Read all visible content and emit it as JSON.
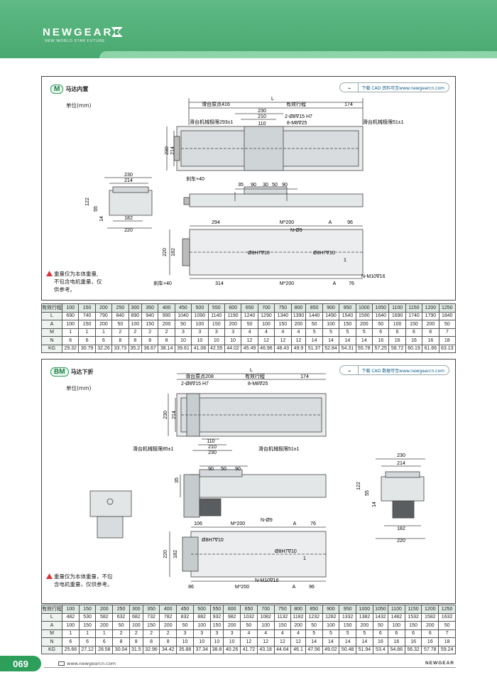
{
  "header": {
    "brand": "NEWGEAR",
    "tagline": "NEW WORLD STAR FUTURE",
    "brand_color": "#49a870"
  },
  "section_m": {
    "code": "M",
    "title": "马达内置",
    "unit": "单位(mm)",
    "cad_badge": "下载 CAD 资料可至www.newgearcn.com",
    "note": [
      "重量仅为本体重量,",
      "不包含电机重量，仅",
      "供参考。"
    ],
    "dims": {
      "L": "L",
      "origin": "滑台原点416",
      "stroke": "有效行程",
      "d174": "174",
      "d230": "230",
      "d210": "210",
      "d110": "110",
      "hole1": "2-Ø8∇15  H7",
      "hole2": "8-M8∇25",
      "mech_left": "滑台机械极限293±1",
      "mech_right": "滑台机械极限51±1",
      "side230": "230",
      "side214": "214",
      "brake": "刹车+40",
      "b35": "35",
      "b90a": "90",
      "b30": "30",
      "b50": "50",
      "b90b": "90",
      "e230": "230",
      "e214": "214",
      "e122": "122",
      "e55": "55",
      "e14": "14",
      "e182": "182",
      "e220": "220",
      "t294": "294",
      "tM200": "M*200",
      "tA": "A",
      "t96": "96",
      "tN9": "N-Ø9",
      "tpin1": "Ø8H7∇10",
      "tpin2": "Ø8H7∇10",
      "t1": "1",
      "t220": "220",
      "t182": "182",
      "tbrake": "刹车+40",
      "t314": "314",
      "tM200b": "M*200",
      "tAb": "A",
      "t76": "76",
      "tM10": "N-M10∇16"
    }
  },
  "table_m": {
    "rows": [
      [
        "有效行程",
        "100",
        "150",
        "200",
        "250",
        "300",
        "350",
        "400",
        "450",
        "500",
        "550",
        "600",
        "650",
        "700",
        "750",
        "800",
        "850",
        "900",
        "950",
        "1000",
        "1050",
        "1100",
        "1150",
        "1200",
        "1250"
      ],
      [
        "L",
        "690",
        "740",
        "790",
        "840",
        "890",
        "940",
        "990",
        "1040",
        "1090",
        "1140",
        "1190",
        "1240",
        "1290",
        "1340",
        "1390",
        "1440",
        "1490",
        "1540",
        "1590",
        "1640",
        "1690",
        "1740",
        "1790",
        "1840"
      ],
      [
        "A",
        "100",
        "150",
        "200",
        "50",
        "100",
        "150",
        "200",
        "50",
        "100",
        "150",
        "200",
        "50",
        "100",
        "150",
        "200",
        "50",
        "100",
        "150",
        "200",
        "50",
        "100",
        "150",
        "200",
        "50"
      ],
      [
        "M",
        "1",
        "1",
        "1",
        "2",
        "2",
        "2",
        "2",
        "3",
        "3",
        "3",
        "3",
        "4",
        "4",
        "4",
        "4",
        "5",
        "5",
        "5",
        "5",
        "6",
        "6",
        "6",
        "6",
        "7"
      ],
      [
        "N",
        "6",
        "6",
        "6",
        "8",
        "8",
        "8",
        "8",
        "10",
        "10",
        "10",
        "10",
        "12",
        "12",
        "12",
        "12",
        "14",
        "14",
        "14",
        "14",
        "16",
        "16",
        "16",
        "16",
        "18"
      ],
      [
        "KG",
        "29.32",
        "30.79",
        "32.26",
        "33.73",
        "35.2",
        "36.67",
        "38.14",
        "39.61",
        "41.08",
        "42.55",
        "44.02",
        "45.49",
        "46.96",
        "48.43",
        "49.9",
        "51.37",
        "52.84",
        "54.31",
        "55.78",
        "57.25",
        "58.72",
        "60.19",
        "61.66",
        "63.13"
      ]
    ]
  },
  "section_bm": {
    "code": "BM",
    "title": "马达下折",
    "unit": "单位(mm)",
    "cad_badge": "下载 CAD 数据可至www.newgearcn.com",
    "note": [
      "重量仅为本体重量，不包",
      "含电机重量，仅供参考。"
    ],
    "dims": {
      "L": "L",
      "origin": "滑台原点208",
      "stroke": "有效行程",
      "d174": "174",
      "hole1": "2-Ø8∇15  H7",
      "hole2": "8-M8∇25",
      "side230": "230",
      "side214": "214",
      "d110": "110",
      "d210": "210",
      "d230": "230",
      "mech_left": "滑台机械极限85±1",
      "mech_right": "滑台机械极限51±1",
      "b90a": "90",
      "b50": "50",
      "b90b": "90",
      "b35": "35",
      "e230": "230",
      "e214": "214",
      "e122": "122",
      "e55": "55",
      "e14": "14",
      "e182": "182",
      "e220": "220",
      "t106": "106",
      "tM200": "M*200",
      "tN9": "N-Ø9",
      "tA": "A",
      "t76": "76",
      "tpin1": "Ø8H7∇10",
      "tpin2": "Ø8H7∇10",
      "t1": "1",
      "t220": "220",
      "t182": "182",
      "t86": "86",
      "tM200b": "M*200",
      "tM10": "N-M10∇16",
      "tAb": "A",
      "t96": "96"
    }
  },
  "table_bm": {
    "rows": [
      [
        "有效行程",
        "100",
        "150",
        "200",
        "250",
        "300",
        "350",
        "400",
        "450",
        "500",
        "550",
        "600",
        "650",
        "700",
        "750",
        "800",
        "850",
        "900",
        "950",
        "1000",
        "1050",
        "1100",
        "1150",
        "1200",
        "1250"
      ],
      [
        "L",
        "482",
        "530",
        "582",
        "632",
        "682",
        "732",
        "782",
        "832",
        "882",
        "932",
        "982",
        "1032",
        "1082",
        "1132",
        "1182",
        "1232",
        "1282",
        "1332",
        "1382",
        "1432",
        "1482",
        "1532",
        "1582",
        "1632"
      ],
      [
        "A",
        "100",
        "150",
        "200",
        "50",
        "100",
        "150",
        "200",
        "50",
        "100",
        "150",
        "200",
        "50",
        "100",
        "150",
        "200",
        "50",
        "100",
        "150",
        "200",
        "50",
        "100",
        "150",
        "200",
        "50"
      ],
      [
        "M",
        "1",
        "1",
        "1",
        "2",
        "2",
        "2",
        "2",
        "3",
        "3",
        "3",
        "3",
        "4",
        "4",
        "4",
        "4",
        "5",
        "5",
        "5",
        "5",
        "6",
        "6",
        "6",
        "6",
        "7"
      ],
      [
        "N",
        "6",
        "6",
        "6",
        "8",
        "8",
        "8",
        "8",
        "10",
        "10",
        "10",
        "10",
        "12",
        "12",
        "12",
        "12",
        "14",
        "14",
        "14",
        "14",
        "16",
        "16",
        "16",
        "16",
        "18"
      ],
      [
        "KG",
        "25.66",
        "27.12",
        "28.58",
        "30.04",
        "31.5",
        "32.96",
        "34.42",
        "35.88",
        "37.34",
        "38.8",
        "40.26",
        "41.72",
        "43.18",
        "44.64",
        "46.1",
        "47.56",
        "49.02",
        "50.48",
        "51.94",
        "53.4",
        "54.86",
        "56.32",
        "57.78",
        "59.24"
      ]
    ]
  },
  "footer": {
    "page": "069",
    "url": "www.newgearcn.com",
    "brand": "NEWGEAR"
  }
}
